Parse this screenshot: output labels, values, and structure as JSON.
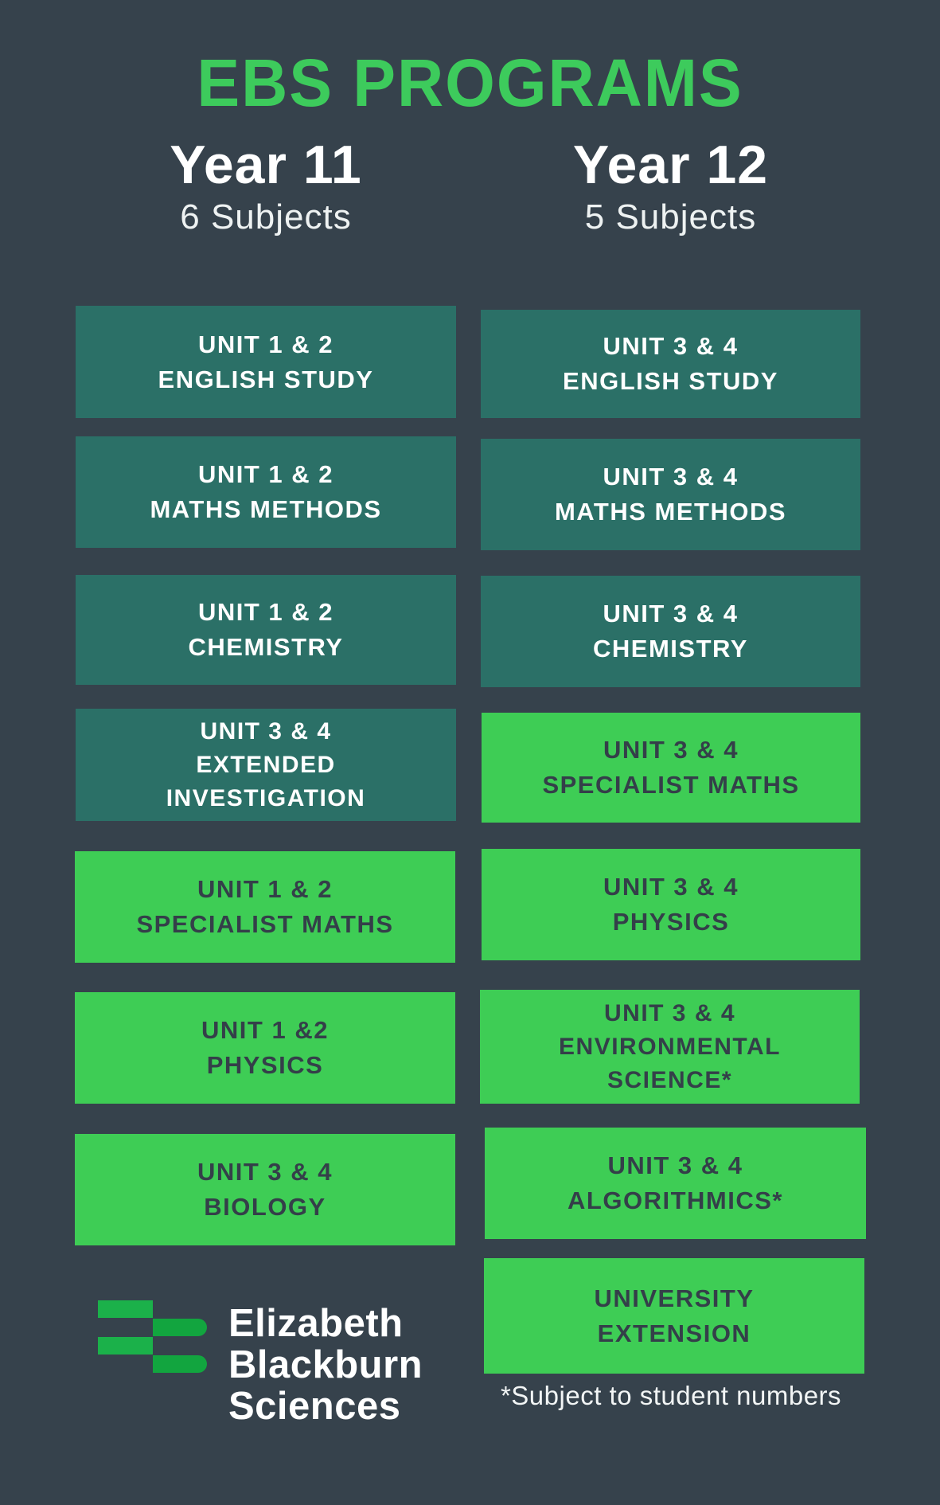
{
  "header": {
    "title": "EBS PROGRAMS"
  },
  "columns": [
    {
      "heading": "Year 11",
      "subheading": "6 Subjects",
      "boxes": [
        {
          "line1": "UNIT 1 & 2",
          "line2": "ENGLISH STUDY",
          "variant": "teal"
        },
        {
          "line1": "UNIT 1 & 2",
          "line2": "MATHS METHODS",
          "variant": "teal"
        },
        {
          "line1": "UNIT 1 & 2",
          "line2": "CHEMISTRY",
          "variant": "teal"
        },
        {
          "line1": "UNIT 3 & 4",
          "line2": "EXTENDED",
          "line3": "INVESTIGATION",
          "variant": "teal"
        },
        {
          "line1": "UNIT 1 & 2",
          "line2": "SPECIALIST MATHS",
          "variant": "green"
        },
        {
          "line1": "UNIT 1 &2",
          "line2": "PHYSICS",
          "variant": "green"
        },
        {
          "line1": "UNIT 3 & 4",
          "line2": "BIOLOGY",
          "variant": "green"
        }
      ]
    },
    {
      "heading": "Year 12",
      "subheading": "5 Subjects",
      "boxes": [
        {
          "line1": "UNIT 3 & 4",
          "line2": "ENGLISH STUDY",
          "variant": "teal"
        },
        {
          "line1": "UNIT 3 & 4",
          "line2": "MATHS METHODS",
          "variant": "teal"
        },
        {
          "line1": "UNIT 3 & 4",
          "line2": "CHEMISTRY",
          "variant": "teal"
        },
        {
          "line1": "UNIT 3 & 4",
          "line2": "SPECIALIST MATHS",
          "variant": "green"
        },
        {
          "line1": "UNIT 3 & 4",
          "line2": "PHYSICS",
          "variant": "green"
        },
        {
          "line1": "UNIT 3 & 4",
          "line2": "ENVIRONMENTAL",
          "line3": "SCIENCE*",
          "variant": "green"
        },
        {
          "line1": "UNIT 3 & 4",
          "line2": "ALGORITHMICS*",
          "variant": "green"
        },
        {
          "line1": "UNIVERSITY",
          "line2": "EXTENSION",
          "variant": "green"
        }
      ]
    }
  ],
  "footnote": "*Subject to student numbers",
  "logo": {
    "mark": "eb-monogram",
    "line1": "Elizabeth",
    "line2": "Blackburn",
    "line3": "Sciences"
  },
  "colors": {
    "background": "#36424c",
    "teal_box": "#2b7067",
    "green_box": "#3ecd55",
    "title_green": "#3dcb5c",
    "dark_text": "#343f49",
    "white_text": "#ffffff",
    "logo_green_flat": "#1bb14a",
    "logo_green_round": "#12a53f"
  }
}
